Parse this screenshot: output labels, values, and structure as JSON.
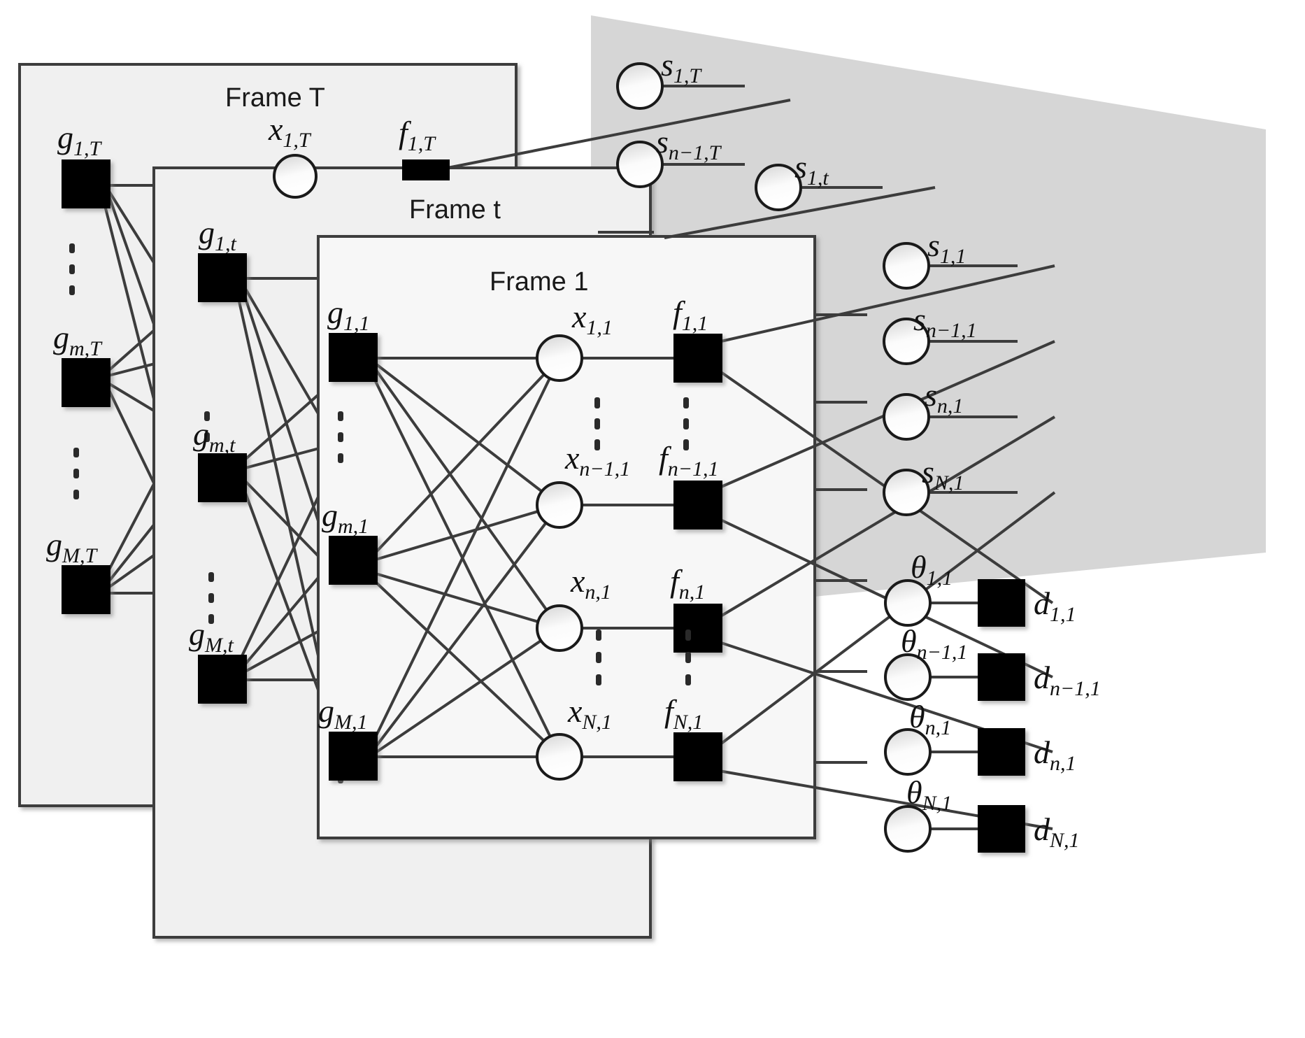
{
  "diagram": {
    "title": "Factor graph over T frames",
    "colors": {
      "panel_fill": "#f0f0f0",
      "panel_fill_front": "#f7f7f7",
      "panel_stroke": "#3c3c3c",
      "plane_fill": "#d6d6d6",
      "node_stroke": "#1a1a1a",
      "node_fill_top": "#d7d7d7",
      "node_fill_bottom": "#ffffff",
      "factor_fill": "#000000",
      "edge_stroke": "#3c3c3c",
      "text": "#111111"
    }
  },
  "frames": [
    {
      "id": "T",
      "title": "Frame T"
    },
    {
      "id": "t",
      "title": "Frame t"
    },
    {
      "id": "1",
      "title": "Frame 1"
    }
  ],
  "frame_T": {
    "title": "Frame T",
    "g_nodes": [
      {
        "base": "g",
        "sub": "1,T"
      },
      {
        "base": "g",
        "sub": "m,T"
      },
      {
        "base": "g",
        "sub": "M,T"
      }
    ],
    "x_nodes": [
      {
        "base": "x",
        "sub": "1,T"
      }
    ],
    "f_nodes": [
      {
        "base": "f",
        "sub": "1,T"
      }
    ]
  },
  "frame_t": {
    "title": "Frame t",
    "g_nodes": [
      {
        "base": "g",
        "sub": "1,t"
      },
      {
        "base": "g",
        "sub": "m,t"
      },
      {
        "base": "g",
        "sub": "M,t"
      }
    ]
  },
  "frame_1": {
    "title": "Frame 1",
    "g_nodes": [
      {
        "base": "g",
        "sub": "1,1"
      },
      {
        "base": "g",
        "sub": "m,1"
      },
      {
        "base": "g",
        "sub": "M,1"
      }
    ],
    "x_nodes": [
      {
        "base": "x",
        "sub": "1,1"
      },
      {
        "base": "x",
        "sub": "n−1,1"
      },
      {
        "base": "x",
        "sub": "n,1"
      },
      {
        "base": "x",
        "sub": "N,1"
      }
    ],
    "f_nodes": [
      {
        "base": "f",
        "sub": "1,1"
      },
      {
        "base": "f",
        "sub": "n−1,1"
      },
      {
        "base": "f",
        "sub": "n,1"
      },
      {
        "base": "f",
        "sub": "N,1"
      }
    ]
  },
  "plane": {
    "s_nodes_T": [
      {
        "base": "s",
        "sub": "1,T"
      },
      {
        "base": "s",
        "sub": "n−1,T"
      }
    ],
    "s_nodes_t": [
      {
        "base": "s",
        "sub": "1,t"
      }
    ],
    "s_nodes_1": [
      {
        "base": "s",
        "sub": "1,1"
      },
      {
        "base": "s",
        "sub": "n−1,1"
      },
      {
        "base": "s",
        "sub": "n,1"
      },
      {
        "base": "s",
        "sub": "N,1"
      }
    ]
  },
  "output_column": {
    "theta_nodes": [
      {
        "base": "θ",
        "sub": "1,1"
      },
      {
        "base": "θ",
        "sub": "n−1,1"
      },
      {
        "base": "θ",
        "sub": "n,1"
      },
      {
        "base": "θ",
        "sub": "N,1"
      }
    ],
    "d_nodes": [
      {
        "base": "d",
        "sub": "1,1"
      },
      {
        "base": "d",
        "sub": "n−1,1"
      },
      {
        "base": "d",
        "sub": "n,1"
      },
      {
        "base": "d",
        "sub": "N,1"
      }
    ]
  },
  "ellipsis": {
    "glyph": "⋮"
  }
}
